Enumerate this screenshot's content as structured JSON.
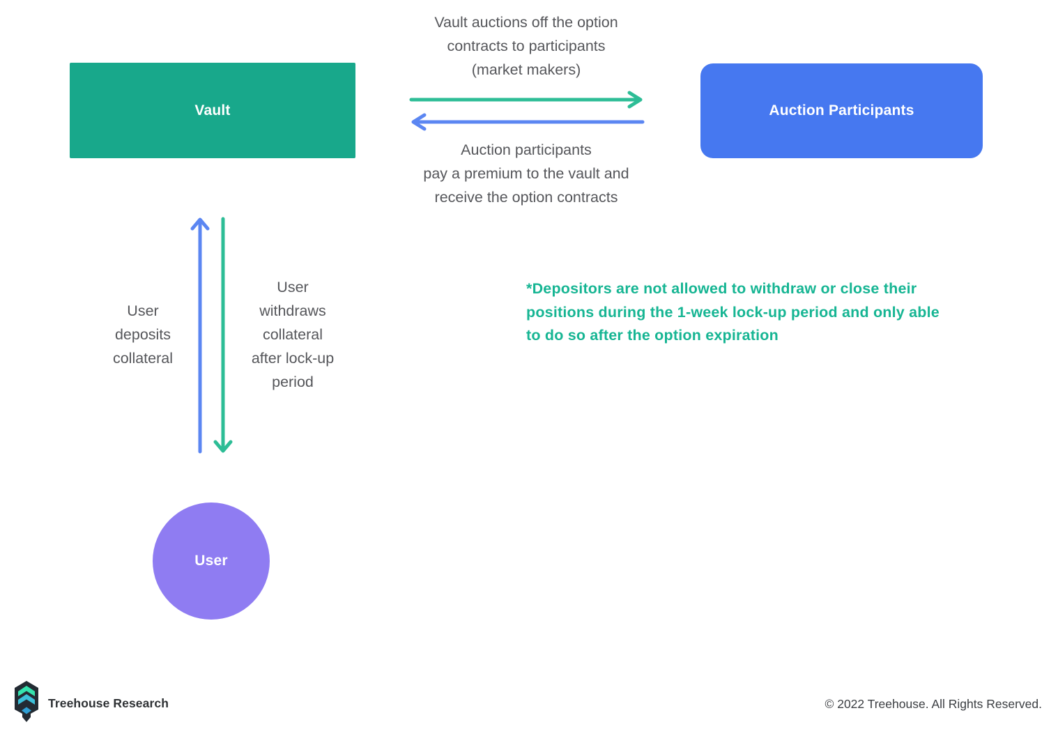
{
  "colors": {
    "vault_green": "#18a88b",
    "auction_blue": "#4678f0",
    "user_purple": "#8f7cf2",
    "arrow_green": "#2dbd96",
    "arrow_blue": "#5b86f2",
    "note_green": "#16b593",
    "text_gray": "#55565a"
  },
  "nodes": {
    "vault": {
      "label": "Vault"
    },
    "auction_participants": {
      "label": "Auction Participants"
    },
    "user": {
      "label": "User"
    }
  },
  "flows": {
    "vault_to_participants": "Vault auctions off the option\ncontracts to participants\n(market makers)",
    "participants_to_vault": "Auction participants\npay a premium to the vault and\nreceive the option contracts",
    "user_deposit": "User\ndeposits\ncollateral",
    "user_withdraw": "User\nwithdraws\ncollateral\nafter lock-up\nperiod"
  },
  "note": "*Depositors are not allowed to withdraw or close their\npositions during the 1-week lock-up period and only able\nto do so after the option expiration",
  "footer": {
    "brand": "Treehouse Research",
    "copyright": "© 2022 Treehouse. All Rights Reserved."
  }
}
